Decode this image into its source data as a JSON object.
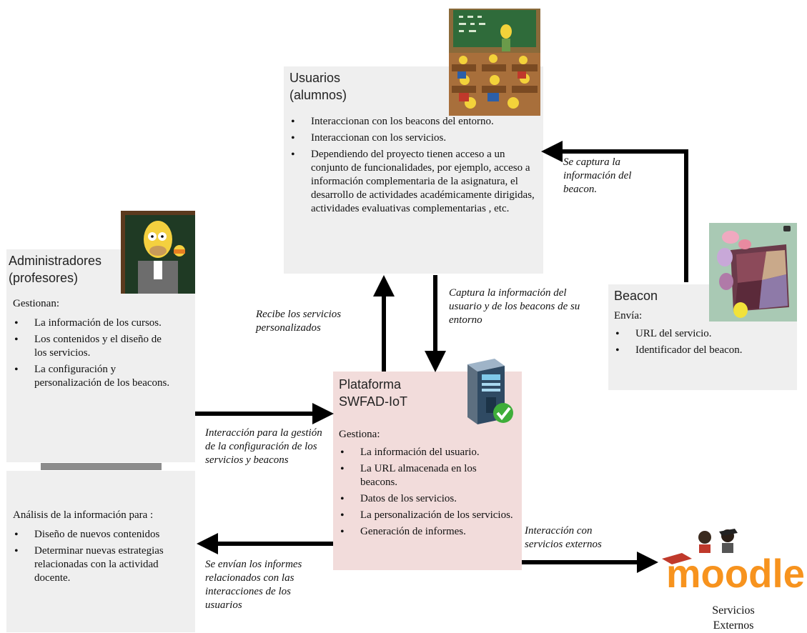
{
  "usuarios": {
    "title_line1": "Usuarios",
    "title_line2": "(alumnos)",
    "items": [
      "Interaccionan con los beacons del entorno.",
      "Interaccionan con los servicios.",
      "Dependiendo del proyecto tienen acceso a un conjunto de funcionalidades, por ejemplo, acceso a información complementaria de la asignatura, el desarrollo de actividades académicamente dirigidas, actividades evaluativas complementarias , etc."
    ]
  },
  "administradores": {
    "title_line1": "Administradores",
    "title_line2": "(profesores)",
    "lead": "Gestionan:",
    "items": [
      "La información de los cursos.",
      "Los contenidos y el diseño de los servicios.",
      "La configuración y personalización de los beacons."
    ]
  },
  "analisis": {
    "lead": "Análisis de la información para :",
    "items": [
      "Diseño de nuevos contenidos",
      "Determinar nuevas estrategias relacionadas con la actividad docente."
    ]
  },
  "plataforma": {
    "title_line1": "Plataforma",
    "title_line2": "SWFAD-IoT",
    "lead": "Gestiona:",
    "items": [
      "La información del usuario.",
      "La URL almacenada en los beacons.",
      "Datos de los servicios.",
      "La personalización de los servicios.",
      "Generación de informes."
    ]
  },
  "beacon": {
    "title": "Beacon",
    "lead": "Envía:",
    "items": [
      "URL del servicio.",
      "Identificador del beacon."
    ]
  },
  "moodle": {
    "logo_text": "moodle",
    "caption_line1": "Servicios",
    "caption_line2": "Externos"
  },
  "notes": {
    "captura_beacon": "Se captura la información del beacon.",
    "captura_usuario": "Captura la información del usuario y de los beacons de su entorno",
    "recibe": "Recibe los servicios personalizados",
    "interaccion_gestion": "Interacción para la gestión de la configuración de los servicios y beacons",
    "interaccion_externos": "Interacción con servicios externos",
    "informes": "Se envían los informes relacionados con las interacciones de los usuarios"
  },
  "colors": {
    "box_grey": "#efefef",
    "box_pink": "#f2dcdb",
    "arrow": "#000000",
    "moodle_orange": "#f7931e",
    "moodle_grey": "#555555"
  }
}
